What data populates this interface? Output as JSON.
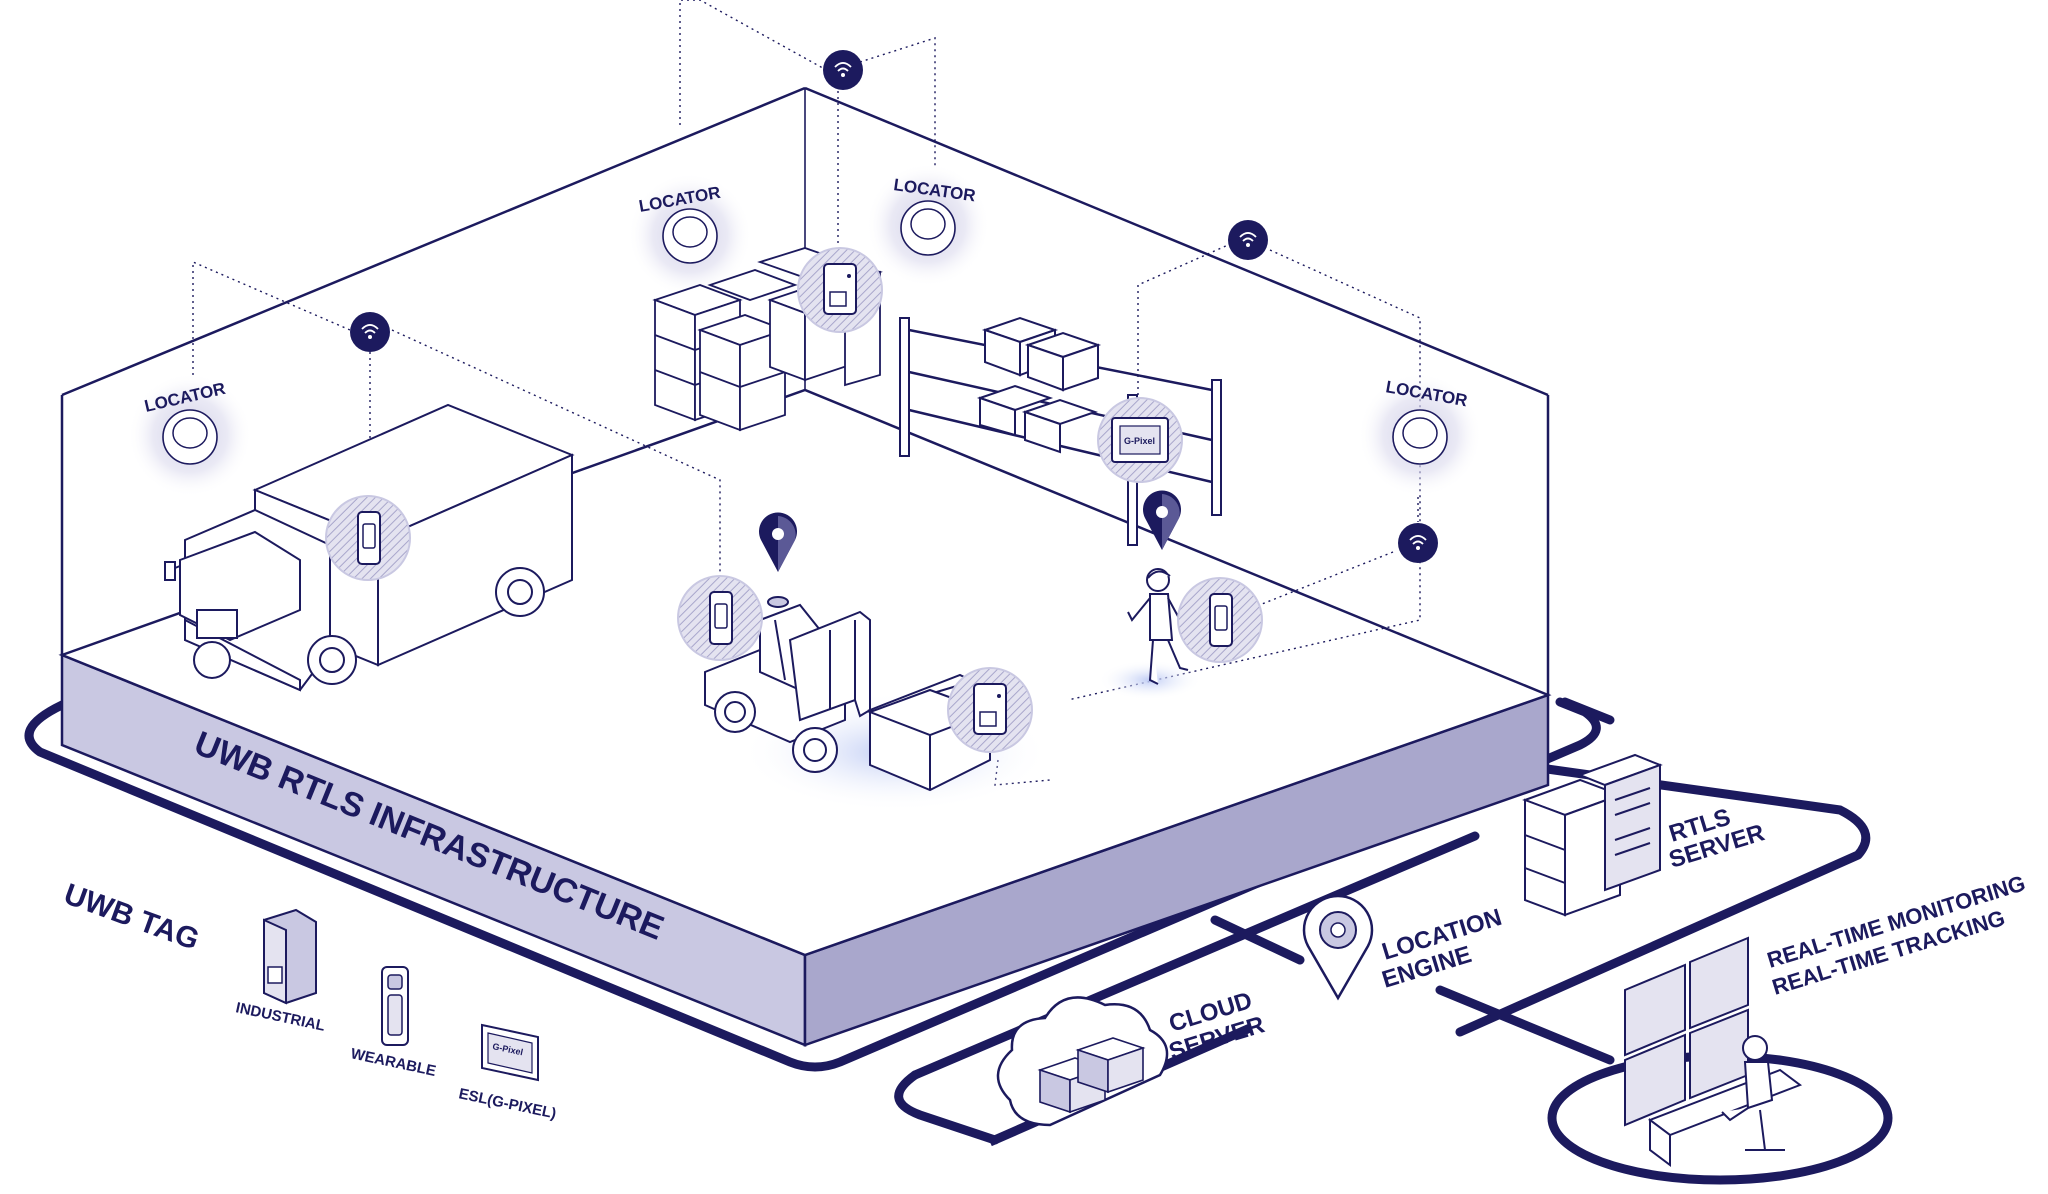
{
  "infrastructure_label": "UWB RTLS INFRASTRUCTURE",
  "locator_labels": [
    "LOCATOR",
    "LOCATOR",
    "LOCATOR",
    "LOCATOR"
  ],
  "tag_legend": {
    "title": "UWB TAG",
    "items": [
      "INDUSTRIAL",
      "WEARABLE",
      "ESL(G-PIXEL)"
    ]
  },
  "gpixel_text": "G-Pixel",
  "rtls_server": [
    "RTLS",
    "SERVER"
  ],
  "location_engine": [
    "LOCATION",
    "ENGINE"
  ],
  "cloud_server": [
    "CLOUD",
    "SERVER"
  ],
  "monitoring": [
    "REAL-TIME MONITORING",
    "REAL-TIME TRACKING"
  ],
  "colors": {
    "navy": "#1c1a5e",
    "lavender": "#c9c8e2",
    "lavender_dark": "#a9a7cc",
    "glow": "#d7dcf5"
  },
  "icons": [
    "locator-icon",
    "signal-icon",
    "uwb-tag-icon",
    "location-pin-icon",
    "server-rack-icon",
    "cloud-icon",
    "truck-icon",
    "forklift-icon",
    "worker-icon",
    "monitor-wall-icon"
  ]
}
